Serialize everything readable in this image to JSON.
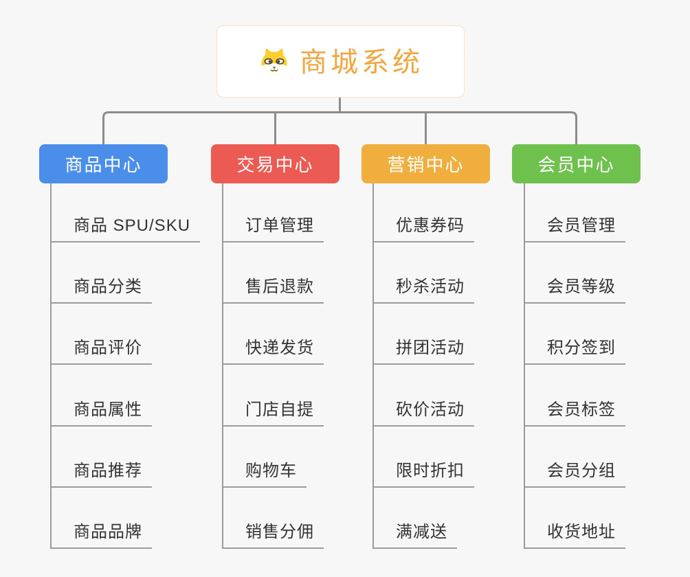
{
  "root": {
    "title": "商城系统",
    "icon": "shiba-dog-icon"
  },
  "branches": [
    {
      "label": "商品中心",
      "color": "#4A8EEA",
      "items": [
        "商品 SPU/SKU",
        "商品分类",
        "商品评价",
        "商品属性",
        "商品推荐",
        "商品品牌"
      ]
    },
    {
      "label": "交易中心",
      "color": "#EC5B53",
      "items": [
        "订单管理",
        "售后退款",
        "快递发货",
        "门店自提",
        "购物车",
        "销售分佣"
      ]
    },
    {
      "label": "营销中心",
      "color": "#EFAE3E",
      "items": [
        "优惠券码",
        "秒杀活动",
        "拼团活动",
        "砍价活动",
        "限时折扣",
        "满减送"
      ]
    },
    {
      "label": "会员中心",
      "color": "#6FC14D",
      "items": [
        "会员管理",
        "会员等级",
        "积分签到",
        "会员标签",
        "会员分组",
        "收货地址"
      ]
    }
  ],
  "palette": {
    "background": "#F7F7F7",
    "connector_line": "#8C8C8C",
    "child_line": "#9B9B9B",
    "leaf_text": "#333333",
    "root_text": "#F0A640",
    "root_border": "#F1C383",
    "root_background": "#FFFFFF"
  }
}
